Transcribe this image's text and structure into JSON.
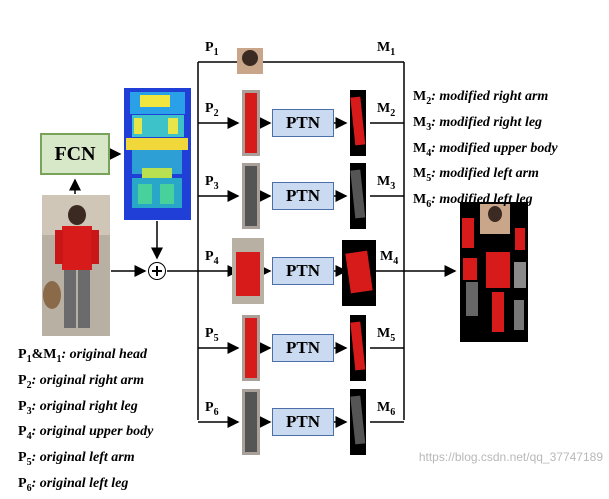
{
  "fcn_label": "FCN",
  "ptn_label": "PTN",
  "parts": [
    {
      "p": "P",
      "p_sub": "1",
      "m": "M",
      "m_sub": "1"
    },
    {
      "p": "P",
      "p_sub": "2",
      "m": "M",
      "m_sub": "2"
    },
    {
      "p": "P",
      "p_sub": "3",
      "m": "M",
      "m_sub": "3"
    },
    {
      "p": "P",
      "p_sub": "4",
      "m": "M",
      "m_sub": "4"
    },
    {
      "p": "P",
      "p_sub": "5",
      "m": "M",
      "m_sub": "5"
    },
    {
      "p": "P",
      "p_sub": "6",
      "m": "M",
      "m_sub": "6"
    }
  ],
  "legend_original": [
    {
      "key": "P",
      "sub": "1",
      "extra": "&M",
      "extra_sub": "1",
      "text": ": original head"
    },
    {
      "key": "P",
      "sub": "2",
      "text": ": original right arm"
    },
    {
      "key": "P",
      "sub": "3",
      "text": ": original right leg"
    },
    {
      "key": "P",
      "sub": "4",
      "text": ": original upper body"
    },
    {
      "key": "P",
      "sub": "5",
      "text": ": original left arm"
    },
    {
      "key": "P",
      "sub": "6",
      "text": ": original left leg"
    }
  ],
  "legend_modified": [
    {
      "key": "M",
      "sub": "2",
      "text": ": modified right arm"
    },
    {
      "key": "M",
      "sub": "3",
      "text": ": modified right leg"
    },
    {
      "key": "M",
      "sub": "4",
      "text": ": modified upper body"
    },
    {
      "key": "M",
      "sub": "5",
      "text": ": modified left arm"
    },
    {
      "key": "M",
      "sub": "6",
      "text": ": modified left leg"
    }
  ],
  "watermark": "https://blog.csdn.net/qq_37747189",
  "colors": {
    "fcn_fill": "#d6e8c8",
    "fcn_border": "#7aa35a",
    "ptn_fill": "#c9daf1",
    "ptn_border": "#4b6fa6",
    "shirt": "#d71a1a"
  }
}
